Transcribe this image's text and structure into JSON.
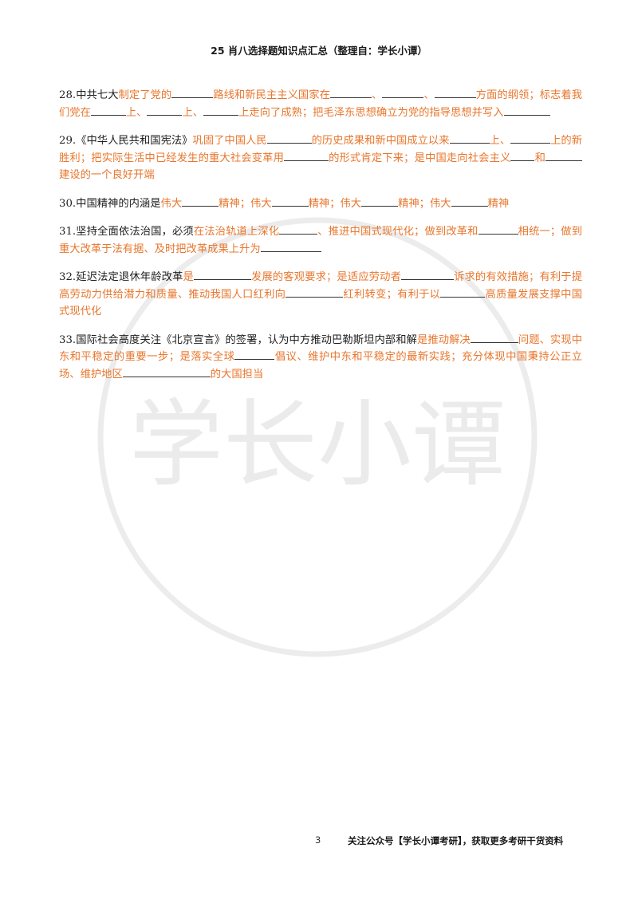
{
  "header": {
    "title": "25 肖八选择题知识点汇总（整理自：学长小谭）"
  },
  "watermark": {
    "text": "学长小谭",
    "color": "#e6e6e6"
  },
  "items": [
    {
      "number": "28.",
      "segments": [
        "中共七大",
        "制定了党的",
        "路线和新民主主义国家在",
        "、",
        "、",
        "方面的纲领；标志着我们党在",
        "上、",
        "上、",
        "上走向了成熟；把毛泽东思想确立为党的指导思想并写入"
      ]
    },
    {
      "number": "29.",
      "segments": [
        "《中华人民共和国宪法》",
        "巩固了中国人民",
        "的历史成果和新中国成立以来",
        "上、",
        "上的新胜利；把实际生活中已经发生的重大社会变革用",
        "的形式肯定下来；是中国走向社会主义",
        "和",
        "建设的一个良好开端"
      ]
    },
    {
      "number": "30.",
      "segments": [
        "中国精神的内涵是",
        "伟大",
        "精神；伟大",
        "精神；伟大",
        "精神；伟大",
        "精神"
      ]
    },
    {
      "number": "31.",
      "segments": [
        "坚持全面依法治国，必须",
        "在法治轨道上深化",
        "、推进中国式现代化；做到改革和",
        "相统一；做到重大改革于法有据、及时把改革成果上升为"
      ]
    },
    {
      "number": "32.",
      "segments": [
        "延迟法定退休年龄改革",
        "是",
        "发展的客观要求；是适应劳动者",
        "诉求的有效措施；有利于提高劳动力供给潜力和质量、推动我国人口红利向",
        "红利转变；有利于以",
        "高质量发展支撑中国式现代化"
      ]
    },
    {
      "number": "33.",
      "segments": [
        "国际社会高度关注《北京宣言》的签署，认为中方推动巴勒斯坦内部和解",
        "是推动解决",
        "问题、实现中东和平稳定的重要一步；是落实全球",
        "倡议、维护中东和平稳定的最新实践；充分体现中国秉持公正立场、维护地区",
        "的大国担当"
      ]
    }
  ],
  "footer": {
    "page_number": "3",
    "note": "关注公众号【学长小谭考研】，获取更多考研干货资料"
  },
  "colors": {
    "text": "#1e1e1e",
    "highlight": "#e8772e",
    "underline": "#333333"
  }
}
